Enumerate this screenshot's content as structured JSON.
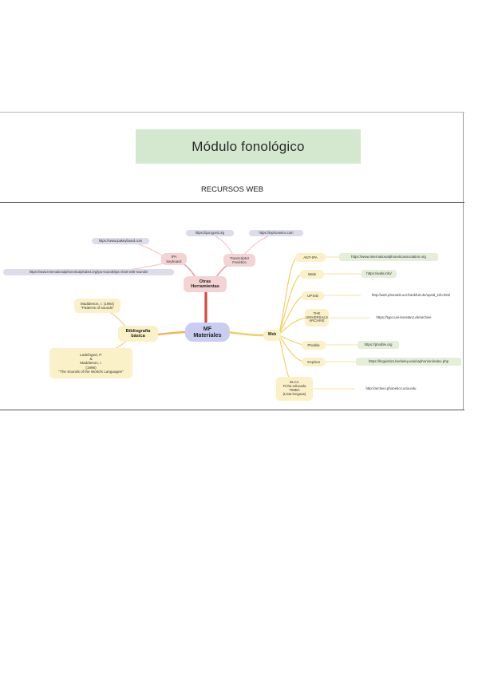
{
  "page": {
    "title": "Módulo fonológico",
    "subtitle": "RECURSOS WEB"
  },
  "map": {
    "center": "MF\nMateriales",
    "otras": {
      "label": "Otras\nHerramientas",
      "ipa": {
        "label": "IPA\nkeyboard",
        "urls": [
          "https://www.ipakeyboard.com",
          "https://www.internationalphoneticalphabet.org/ipa-sounds/ipa-chart-with-sounds/"
        ]
      },
      "transcriptor": {
        "label": "Transcriptor\nFonético",
        "urls": [
          "https://tophonetics.com",
          "https://ipa.typeit.org"
        ]
      }
    },
    "biblio": {
      "label": "Bibliografía\nbásica",
      "refs": [
        "Ladefoged, P.\n&\nMaddieson, I.\n(1996)\n\"The Sounds of the World's Languages\"",
        "Maddieson, I. (1984)\n\"Patterns of sounds\""
      ]
    },
    "web": {
      "label": "Web",
      "items": [
        {
          "label": "ANT-IPA",
          "url": "https://www.internationalphoneticassociation.org",
          "style": "green"
        },
        {
          "label": "Wals",
          "url": "https://wals.info/",
          "style": "green"
        },
        {
          "label": "UPSID",
          "url": "http://web.phonetik.uni-frankfurt.de/upsid_info.html",
          "style": "white"
        },
        {
          "label": "THE\nUNIVERSALS\nARCHIVE",
          "url": "https://typo.uni-konstanz.de/archive",
          "style": "white"
        },
        {
          "label": "Phoible",
          "url": "https://phoible.org",
          "style": "green"
        },
        {
          "label": "SAphon",
          "url": "https://linguistics.berkeley.edu/saphon/en/index.php",
          "style": "green"
        },
        {
          "label": "ELCA\nFicha educada\nTIMBA\n(Lista lenguas)",
          "url": "http://archivo.phonetics.ucla.edu",
          "style": "white"
        }
      ]
    }
  },
  "colors": {
    "title_bg": "#d4e8cf",
    "center": "#c9cdf2",
    "pink": "#f3d3d3",
    "yellow": "#fbf1c8",
    "url_green": "#e5eed9",
    "branch_red": "#d9463a",
    "branch_pink": "#e7a3a3",
    "branch_yellow": "#f2d161",
    "branch_orange": "#f0b45a"
  }
}
